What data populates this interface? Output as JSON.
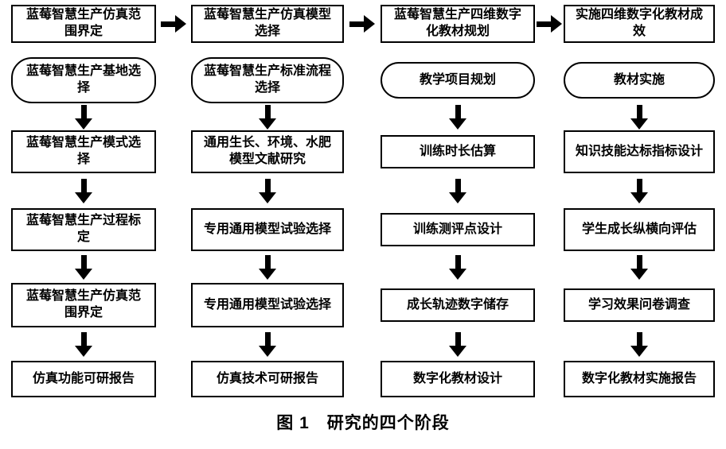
{
  "figure": {
    "caption": "图 1　研究的四个阶段"
  },
  "colors": {
    "border": "#000000",
    "background": "#ffffff",
    "text": "#000000"
  },
  "columns": [
    {
      "header": "蓝莓智慧生产仿真范围界定",
      "start": "蓝莓智慧生产基地选择",
      "steps": [
        "蓝莓智慧生产模式选择",
        "蓝莓智慧生产过程标定",
        "蓝莓智慧生产仿真范围界定",
        "仿真功能可研报告"
      ]
    },
    {
      "header": "蓝莓智慧生产仿真模型选择",
      "start": "蓝莓智慧生产标准流程选择",
      "steps": [
        "通用生长、环境、水肥模型文献研究",
        "专用通用模型试验选择",
        "专用通用模型试验选择",
        "仿真技术可研报告"
      ]
    },
    {
      "header": "蓝莓智慧生产四维数字化教材规划",
      "start": "教学项目规划",
      "steps": [
        "训练时长估算",
        "训练测评点设计",
        "成长轨迹数字储存",
        "数字化教材设计"
      ]
    },
    {
      "header": "实施四维数字化教材成效",
      "start": "教材实施",
      "steps": [
        "知识技能达标指标设计",
        "学生成长纵横向评估",
        "学习效果问卷调查",
        "数字化教材实施报告"
      ]
    }
  ]
}
